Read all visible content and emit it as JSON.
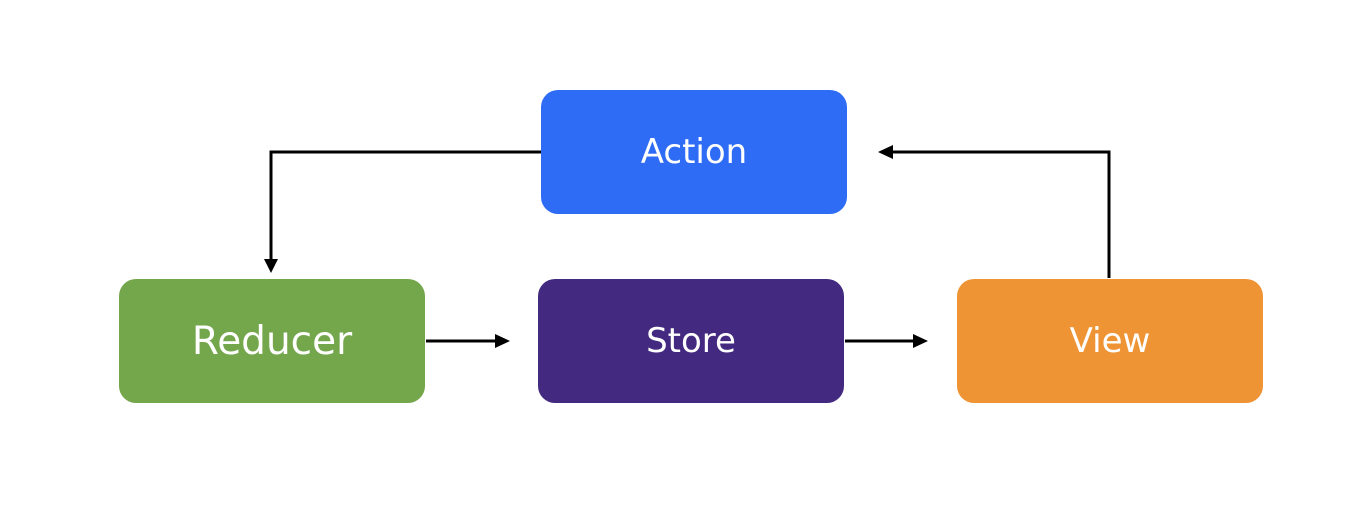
{
  "diagram": {
    "nodes": {
      "action": {
        "label": "Action",
        "color": "#2f6cf5"
      },
      "reducer": {
        "label": "Reducer",
        "color": "#74a64c"
      },
      "store": {
        "label": "Store",
        "color": "#43297f"
      },
      "view": {
        "label": "View",
        "color": "#ef9434"
      }
    },
    "edges": [
      {
        "from": "action",
        "to": "reducer"
      },
      {
        "from": "reducer",
        "to": "store"
      },
      {
        "from": "store",
        "to": "view"
      },
      {
        "from": "view",
        "to": "action"
      }
    ],
    "edge_color": "#000000"
  }
}
